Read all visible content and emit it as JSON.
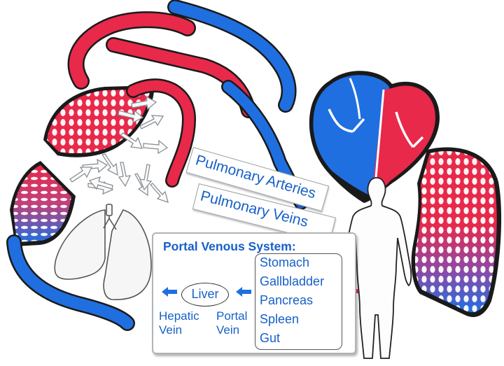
{
  "labels": {
    "pulmonary_arteries": "Pulmonary Arteries",
    "pulmonary_veins": "Pulmonary Veins"
  },
  "portal": {
    "title": "Portal Venous System:",
    "liver": "Liver",
    "hepatic_vein_line1": "Hepatic",
    "hepatic_vein_line2": "Vein",
    "portal_vein_line1": "Portal",
    "portal_vein_line2": "Vein",
    "organs": [
      "Stomach",
      "Gallbladder",
      "Pancreas",
      "Spleen",
      "Gut"
    ]
  },
  "colors": {
    "artery_red": "#e8294a",
    "vein_blue": "#1f6fe0",
    "label_blue": "#1660c8",
    "outline": "#1a1a1a"
  }
}
